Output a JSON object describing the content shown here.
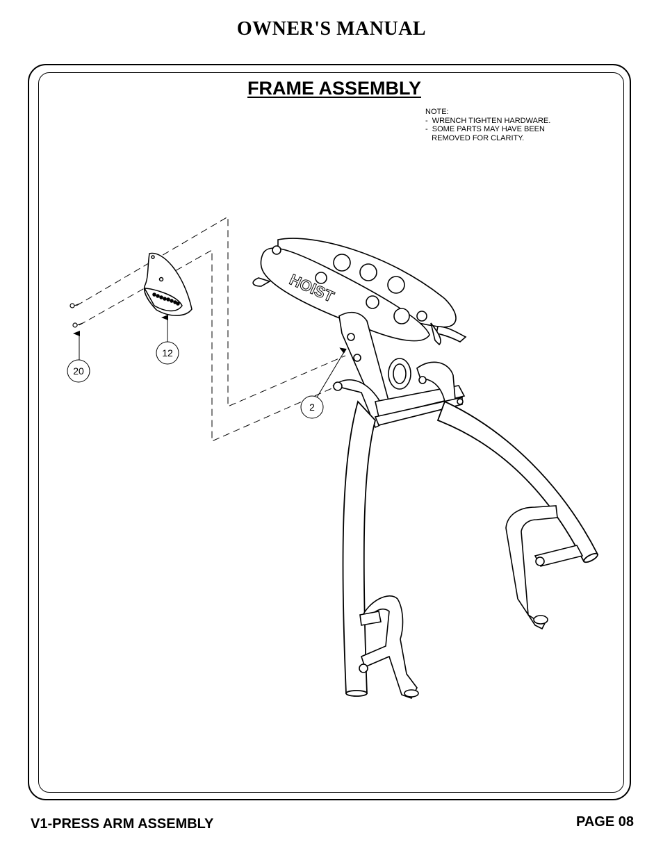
{
  "header": {
    "title": "OWNER'S MANUAL"
  },
  "section": {
    "title": "FRAME ASSEMBLY"
  },
  "note": {
    "lines": [
      "NOTE:",
      "-  WRENCH TIGHTEN HARDWARE.",
      "-  SOME PARTS MAY HAVE BEEN",
      "   REMOVED FOR CLARITY."
    ]
  },
  "callouts": {
    "part_20": "20",
    "part_12": "12",
    "part_2": "2"
  },
  "diagram": {
    "logo_text": "HOIST"
  },
  "footer": {
    "left": "V1-PRESS ARM ASSEMBLY",
    "right": "PAGE 08"
  }
}
